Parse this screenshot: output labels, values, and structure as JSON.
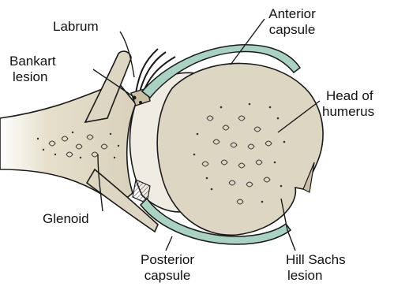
{
  "labels": {
    "labrum": "Labrum",
    "bankart_line1": "Bankart",
    "bankart_line2": "lesion",
    "anterior_line1": "Anterior",
    "anterior_line2": "capsule",
    "head_line1": "Head of",
    "head_line2": "humerus",
    "glenoid": "Glenoid",
    "posterior_line1": "Posterior",
    "posterior_line2": "capsule",
    "hillsachs_line1": "Hill Sachs",
    "hillsachs_line2": "lesion"
  },
  "colors": {
    "bone": "#ddd6c2",
    "bone_shade": "#c9c0a6",
    "capsule": "#a9d2c2",
    "cartilage": "#efece3",
    "outline": "#1a1a1a"
  }
}
